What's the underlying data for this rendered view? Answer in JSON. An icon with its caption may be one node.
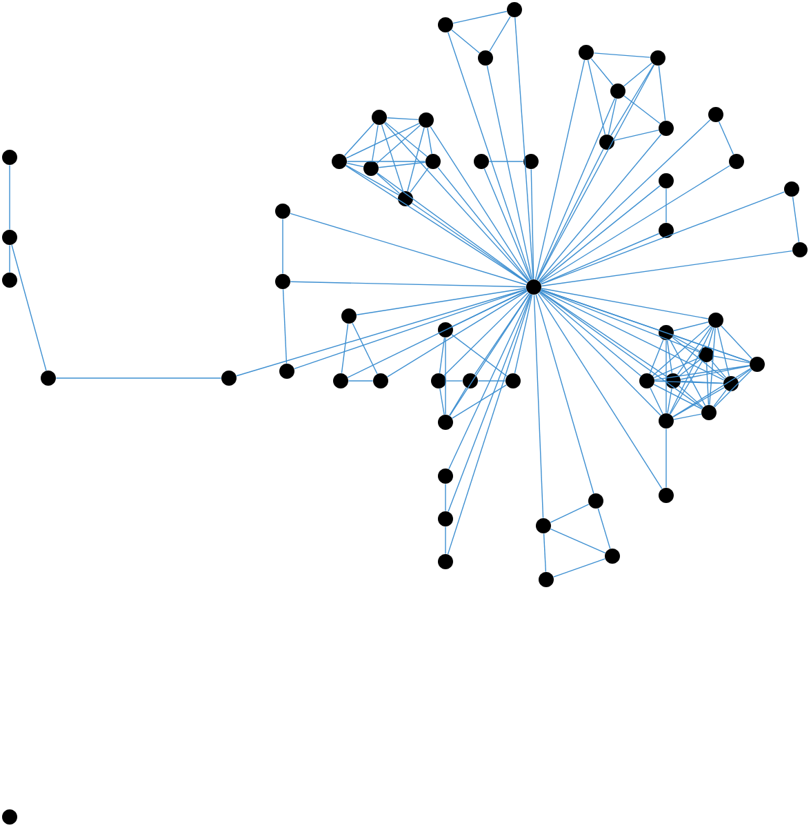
{
  "diagram": {
    "nodes": [
      {
        "text": [],
        "shape": "circle"
      },
      {
        "text": [],
        "shape": "circle"
      },
      {
        "text": [],
        "shape": "circle"
      },
      {
        "text": [],
        "shape": "circle"
      },
      {
        "text": [],
        "shape": "circle"
      },
      {
        "text": [],
        "shape": "circle"
      },
      {
        "text": [],
        "shape": "circle"
      },
      {
        "text": [],
        "shape": "circle"
      },
      {
        "text": [],
        "shape": "circle"
      },
      {
        "text": [],
        "shape": "circle"
      },
      {
        "text": [],
        "shape": "circle"
      },
      {
        "text": [],
        "shape": "circle"
      },
      {
        "text": [],
        "shape": "circle"
      },
      {
        "text": [],
        "shape": "circle"
      },
      {
        "text": [],
        "shape": "circle"
      },
      {
        "text": [],
        "shape": "circle"
      },
      {
        "text": [],
        "shape": "circle"
      },
      {
        "text": [],
        "shape": "circle"
      },
      {
        "text": [],
        "shape": "circle"
      },
      {
        "text": [],
        "shape": "circle"
      },
      {
        "text": [],
        "shape": "circle"
      },
      {
        "text": [],
        "shape": "circle"
      },
      {
        "text": [],
        "shape": "circle"
      },
      {
        "text": [],
        "shape": "circle"
      },
      {
        "text": [],
        "shape": "circle"
      },
      {
        "text": [],
        "shape": "circle"
      },
      {
        "text": [],
        "shape": "circle"
      },
      {
        "text": [],
        "shape": "circle"
      },
      {
        "text": [],
        "shape": "circle"
      },
      {
        "text": [],
        "shape": "circle"
      },
      {
        "text": [],
        "shape": "circle"
      },
      {
        "text": [],
        "shape": "circle"
      },
      {
        "text": [],
        "shape": "circle"
      },
      {
        "text": [],
        "shape": "circle"
      },
      {
        "text": [],
        "shape": "circle"
      },
      {
        "text": [],
        "shape": "circle"
      },
      {
        "text": [],
        "shape": "circle"
      },
      {
        "text": [],
        "shape": "circle"
      },
      {
        "text": [],
        "shape": "circle"
      },
      {
        "text": [],
        "shape": "circle"
      },
      {
        "text": [],
        "shape": "circle"
      },
      {
        "text": [],
        "shape": "circle"
      },
      {
        "text": [],
        "shape": "circle"
      },
      {
        "text": [],
        "shape": "circle"
      },
      {
        "text": [],
        "shape": "circle"
      },
      {
        "text": [],
        "shape": "circle"
      },
      {
        "text": [],
        "shape": "circle"
      },
      {
        "text": [],
        "shape": "circle"
      },
      {
        "text": [],
        "shape": "circle"
      },
      {
        "text": [],
        "shape": "circle"
      },
      {
        "text": [],
        "shape": "circle"
      },
      {
        "text": [],
        "shape": "circle"
      },
      {
        "text": [],
        "shape": "circle"
      },
      {
        "text": [],
        "shape": "circle"
      },
      {
        "text": [],
        "shape": "circle"
      },
      {
        "text": [],
        "shape": "circle"
      },
      {
        "text": [],
        "shape": "circle"
      }
    ],
    "edges": [
      {
        "from": 0,
        "to": 1,
        "arrow": "none"
      },
      {
        "from": 0,
        "to": 2,
        "arrow": "none"
      },
      {
        "from": 0,
        "to": 3,
        "arrow": "none"
      },
      {
        "from": 0,
        "to": 4,
        "arrow": "none"
      },
      {
        "from": 0,
        "to": 5,
        "arrow": "none"
      },
      {
        "from": 0,
        "to": 6,
        "arrow": "none"
      },
      {
        "from": 0,
        "to": 7,
        "arrow": "none"
      },
      {
        "from": 0,
        "to": 8,
        "arrow": "none"
      },
      {
        "from": 0,
        "to": 9,
        "arrow": "none"
      },
      {
        "from": 0,
        "to": 10,
        "arrow": "none"
      },
      {
        "from": 0,
        "to": 11,
        "arrow": "none"
      },
      {
        "from": 0,
        "to": 12,
        "arrow": "none"
      },
      {
        "from": 0,
        "to": 13,
        "arrow": "none"
      },
      {
        "from": 0,
        "to": 14,
        "arrow": "none"
      },
      {
        "from": 0,
        "to": 15,
        "arrow": "none"
      },
      {
        "from": 0,
        "to": 16,
        "arrow": "none"
      },
      {
        "from": 0,
        "to": 17,
        "arrow": "none"
      },
      {
        "from": 0,
        "to": 18,
        "arrow": "none"
      },
      {
        "from": 0,
        "to": 19,
        "arrow": "none"
      },
      {
        "from": 0,
        "to": 20,
        "arrow": "none"
      },
      {
        "from": 0,
        "to": 21,
        "arrow": "none"
      },
      {
        "from": 0,
        "to": 22,
        "arrow": "none"
      },
      {
        "from": 0,
        "to": 27,
        "arrow": "none"
      },
      {
        "from": 0,
        "to": 28,
        "arrow": "none"
      },
      {
        "from": 0,
        "to": 29,
        "arrow": "none"
      },
      {
        "from": 0,
        "to": 30,
        "arrow": "none"
      },
      {
        "from": 0,
        "to": 31,
        "arrow": "none"
      },
      {
        "from": 0,
        "to": 32,
        "arrow": "none"
      },
      {
        "from": 0,
        "to": 33,
        "arrow": "none"
      },
      {
        "from": 0,
        "to": 34,
        "arrow": "none"
      },
      {
        "from": 0,
        "to": 35,
        "arrow": "none"
      },
      {
        "from": 0,
        "to": 36,
        "arrow": "none"
      },
      {
        "from": 0,
        "to": 37,
        "arrow": "none"
      },
      {
        "from": 0,
        "to": 38,
        "arrow": "none"
      },
      {
        "from": 0,
        "to": 39,
        "arrow": "none"
      },
      {
        "from": 0,
        "to": 40,
        "arrow": "none"
      },
      {
        "from": 0,
        "to": 41,
        "arrow": "none"
      },
      {
        "from": 0,
        "to": 42,
        "arrow": "none"
      },
      {
        "from": 0,
        "to": 43,
        "arrow": "none"
      },
      {
        "from": 0,
        "to": 46,
        "arrow": "none"
      },
      {
        "from": 0,
        "to": 47,
        "arrow": "none"
      },
      {
        "from": 0,
        "to": 48,
        "arrow": "none"
      },
      {
        "from": 0,
        "to": 49,
        "arrow": "none"
      },
      {
        "from": 0,
        "to": 50,
        "arrow": "none"
      },
      {
        "from": 0,
        "to": 51,
        "arrow": "none"
      },
      {
        "from": 0,
        "to": 52,
        "arrow": "none"
      },
      {
        "from": 0,
        "to": 53,
        "arrow": "none"
      },
      {
        "from": 0,
        "to": 54,
        "arrow": "none"
      },
      {
        "from": 0,
        "to": 55,
        "arrow": "none"
      },
      {
        "from": 1,
        "to": 2,
        "arrow": "none"
      },
      {
        "from": 1,
        "to": 3,
        "arrow": "none"
      },
      {
        "from": 3,
        "to": 2,
        "arrow": "none"
      },
      {
        "from": 4,
        "to": 5,
        "arrow": "none"
      },
      {
        "from": 4,
        "to": 6,
        "arrow": "none"
      },
      {
        "from": 4,
        "to": 7,
        "arrow": "none"
      },
      {
        "from": 4,
        "to": 8,
        "arrow": "none"
      },
      {
        "from": 4,
        "to": 9,
        "arrow": "none"
      },
      {
        "from": 5,
        "to": 6,
        "arrow": "none"
      },
      {
        "from": 5,
        "to": 7,
        "arrow": "none"
      },
      {
        "from": 5,
        "to": 8,
        "arrow": "none"
      },
      {
        "from": 5,
        "to": 9,
        "arrow": "none"
      },
      {
        "from": 6,
        "to": 7,
        "arrow": "none"
      },
      {
        "from": 6,
        "to": 8,
        "arrow": "none"
      },
      {
        "from": 6,
        "to": 9,
        "arrow": "none"
      },
      {
        "from": 7,
        "to": 8,
        "arrow": "none"
      },
      {
        "from": 7,
        "to": 9,
        "arrow": "none"
      },
      {
        "from": 8,
        "to": 9,
        "arrow": "none"
      },
      {
        "from": 10,
        "to": 11,
        "arrow": "none"
      },
      {
        "from": 12,
        "to": 13,
        "arrow": "none"
      },
      {
        "from": 12,
        "to": 14,
        "arrow": "none"
      },
      {
        "from": 12,
        "to": 16,
        "arrow": "none"
      },
      {
        "from": 13,
        "to": 14,
        "arrow": "none"
      },
      {
        "from": 13,
        "to": 16,
        "arrow": "none"
      },
      {
        "from": 13,
        "to": 15,
        "arrow": "none"
      },
      {
        "from": 14,
        "to": 15,
        "arrow": "none"
      },
      {
        "from": 16,
        "to": 15,
        "arrow": "none"
      },
      {
        "from": 14,
        "to": 16,
        "arrow": "none"
      },
      {
        "from": 17,
        "to": 18,
        "arrow": "none"
      },
      {
        "from": 19,
        "to": 20,
        "arrow": "none"
      },
      {
        "from": 21,
        "to": 22,
        "arrow": "none"
      },
      {
        "from": 23,
        "to": 24,
        "arrow": "none"
      },
      {
        "from": 24,
        "to": 25,
        "arrow": "none"
      },
      {
        "from": 24,
        "to": 26,
        "arrow": "none"
      },
      {
        "from": 26,
        "to": 27,
        "arrow": "none"
      },
      {
        "from": 28,
        "to": 29,
        "arrow": "none"
      },
      {
        "from": 29,
        "to": 30,
        "arrow": "none"
      },
      {
        "from": 31,
        "to": 32,
        "arrow": "none"
      },
      {
        "from": 31,
        "to": 33,
        "arrow": "none"
      },
      {
        "from": 32,
        "to": 33,
        "arrow": "none"
      },
      {
        "from": 34,
        "to": 35,
        "arrow": "none"
      },
      {
        "from": 34,
        "to": 37,
        "arrow": "none"
      },
      {
        "from": 34,
        "to": 38,
        "arrow": "none"
      },
      {
        "from": 35,
        "to": 36,
        "arrow": "none"
      },
      {
        "from": 36,
        "to": 37,
        "arrow": "none"
      },
      {
        "from": 35,
        "to": 38,
        "arrow": "none"
      },
      {
        "from": 36,
        "to": 38,
        "arrow": "none"
      },
      {
        "from": 37,
        "to": 38,
        "arrow": "none"
      },
      {
        "from": 39,
        "to": 40,
        "arrow": "none"
      },
      {
        "from": 40,
        "to": 41,
        "arrow": "none"
      },
      {
        "from": 43,
        "to": 42,
        "arrow": "none"
      },
      {
        "from": 43,
        "to": 44,
        "arrow": "none"
      },
      {
        "from": 42,
        "to": 44,
        "arrow": "none"
      },
      {
        "from": 43,
        "to": 45,
        "arrow": "none"
      },
      {
        "from": 45,
        "to": 44,
        "arrow": "none"
      },
      {
        "from": 46,
        "to": 47,
        "arrow": "none"
      },
      {
        "from": 46,
        "to": 48,
        "arrow": "none"
      },
      {
        "from": 46,
        "to": 49,
        "arrow": "none"
      },
      {
        "from": 46,
        "to": 50,
        "arrow": "none"
      },
      {
        "from": 46,
        "to": 51,
        "arrow": "none"
      },
      {
        "from": 46,
        "to": 52,
        "arrow": "none"
      },
      {
        "from": 46,
        "to": 53,
        "arrow": "none"
      },
      {
        "from": 46,
        "to": 54,
        "arrow": "none"
      },
      {
        "from": 47,
        "to": 48,
        "arrow": "none"
      },
      {
        "from": 47,
        "to": 49,
        "arrow": "none"
      },
      {
        "from": 47,
        "to": 50,
        "arrow": "none"
      },
      {
        "from": 47,
        "to": 51,
        "arrow": "none"
      },
      {
        "from": 47,
        "to": 52,
        "arrow": "none"
      },
      {
        "from": 47,
        "to": 53,
        "arrow": "none"
      },
      {
        "from": 47,
        "to": 54,
        "arrow": "none"
      },
      {
        "from": 48,
        "to": 49,
        "arrow": "none"
      },
      {
        "from": 48,
        "to": 50,
        "arrow": "none"
      },
      {
        "from": 48,
        "to": 51,
        "arrow": "none"
      },
      {
        "from": 48,
        "to": 52,
        "arrow": "none"
      },
      {
        "from": 48,
        "to": 53,
        "arrow": "none"
      },
      {
        "from": 48,
        "to": 54,
        "arrow": "none"
      },
      {
        "from": 49,
        "to": 50,
        "arrow": "none"
      },
      {
        "from": 49,
        "to": 51,
        "arrow": "none"
      },
      {
        "from": 49,
        "to": 52,
        "arrow": "none"
      },
      {
        "from": 49,
        "to": 53,
        "arrow": "none"
      },
      {
        "from": 49,
        "to": 54,
        "arrow": "none"
      },
      {
        "from": 50,
        "to": 51,
        "arrow": "none"
      },
      {
        "from": 50,
        "to": 52,
        "arrow": "none"
      },
      {
        "from": 50,
        "to": 53,
        "arrow": "none"
      },
      {
        "from": 50,
        "to": 54,
        "arrow": "none"
      },
      {
        "from": 51,
        "to": 52,
        "arrow": "none"
      },
      {
        "from": 51,
        "to": 53,
        "arrow": "none"
      },
      {
        "from": 51,
        "to": 54,
        "arrow": "none"
      },
      {
        "from": 52,
        "to": 53,
        "arrow": "none"
      },
      {
        "from": 52,
        "to": 54,
        "arrow": "none"
      },
      {
        "from": 53,
        "to": 54,
        "arrow": "none"
      },
      {
        "from": 53,
        "to": 55,
        "arrow": "none"
      }
    ]
  }
}
